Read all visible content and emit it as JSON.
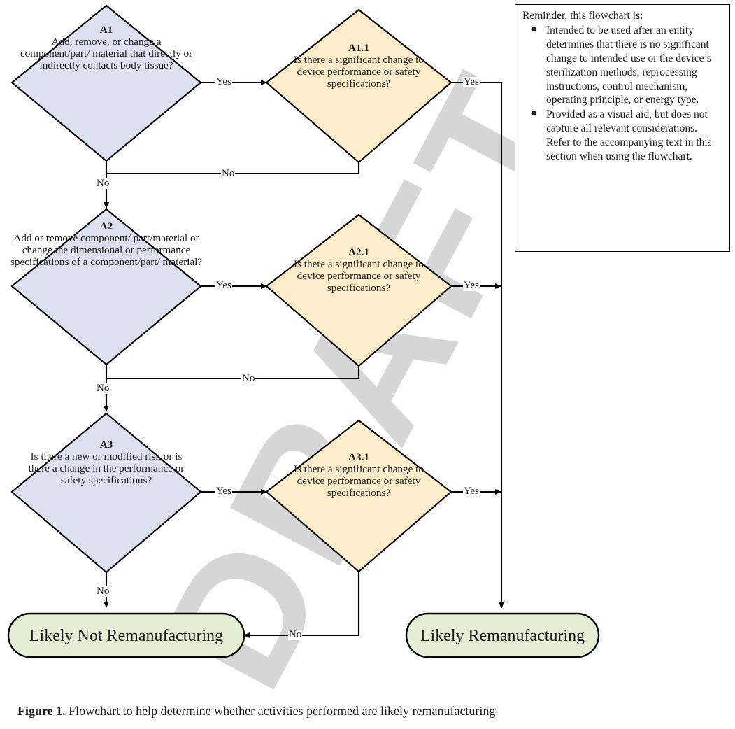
{
  "figure": {
    "caption_label": "Figure 1.",
    "caption_text": " Flowchart to help determine whether activities performed are likely remanufacturing.",
    "watermark": "DRAFT"
  },
  "colors": {
    "decision_primary_fill": "#dde1ef",
    "decision_secondary_fill": "#fcecca",
    "terminal_fill": "#e3eed5",
    "stroke": "#000000",
    "watermark": "#d6d6d6",
    "page_background": "#ffffff"
  },
  "reminder": {
    "lead": "Reminder, this flowchart is:",
    "bullet_glyph": "●",
    "items": [
      "Intended to be used after an entity determines that there is no significant change to intended use or the device’s sterilization methods, reprocessing instructions, control mechanism, operating principle, or energy type.",
      "Provided as a visual aid, but does not capture all relevant considerations. Refer to the accompanying text in this section when using the flowchart."
    ]
  },
  "nodes": {
    "a1": {
      "code": "A1",
      "text": "Add, remove, or change a component/part/ material that directly or indirectly contacts body tissue?",
      "shape": "diamond",
      "fill": "#dde1ef"
    },
    "a1_1": {
      "code": "A1.1",
      "text": "Is there a significant change to device performance or safety specifications?",
      "shape": "diamond",
      "fill": "#fcecca"
    },
    "a2": {
      "code": "A2",
      "text": "Add or remove component/ part/material or change the dimensional or performance specifications of a component/part/ material?",
      "shape": "diamond",
      "fill": "#dde1ef"
    },
    "a2_1": {
      "code": "A2.1",
      "text": "Is there a significant change to device performance or safety specifications?",
      "shape": "diamond",
      "fill": "#fcecca"
    },
    "a3": {
      "code": "A3",
      "text": "Is there a new or modified risk or is there a change in the performance or safety specifications?",
      "shape": "diamond",
      "fill": "#dde1ef"
    },
    "a3_1": {
      "code": "A3.1",
      "text": "Is there a significant change to device performance or safety specifications?",
      "shape": "diamond",
      "fill": "#fcecca"
    },
    "likely_not": {
      "code": "",
      "text": "Likely Not Remanufacturing",
      "shape": "terminal",
      "fill": "#e3eed5"
    },
    "likely": {
      "code": "",
      "text": "Likely Remanufacturing",
      "shape": "terminal",
      "fill": "#e3eed5"
    }
  },
  "edges": {
    "a1_yes": "Yes",
    "a1_no": "No",
    "a1_1_yes": "Yes",
    "a1_1_no": "No",
    "a2_yes": "Yes",
    "a2_no": "No",
    "a2_1_yes": "Yes",
    "a2_1_no": "No",
    "a3_yes": "Yes",
    "a3_no": "No",
    "a3_1_yes": "Yes",
    "a3_1_no": "No"
  }
}
